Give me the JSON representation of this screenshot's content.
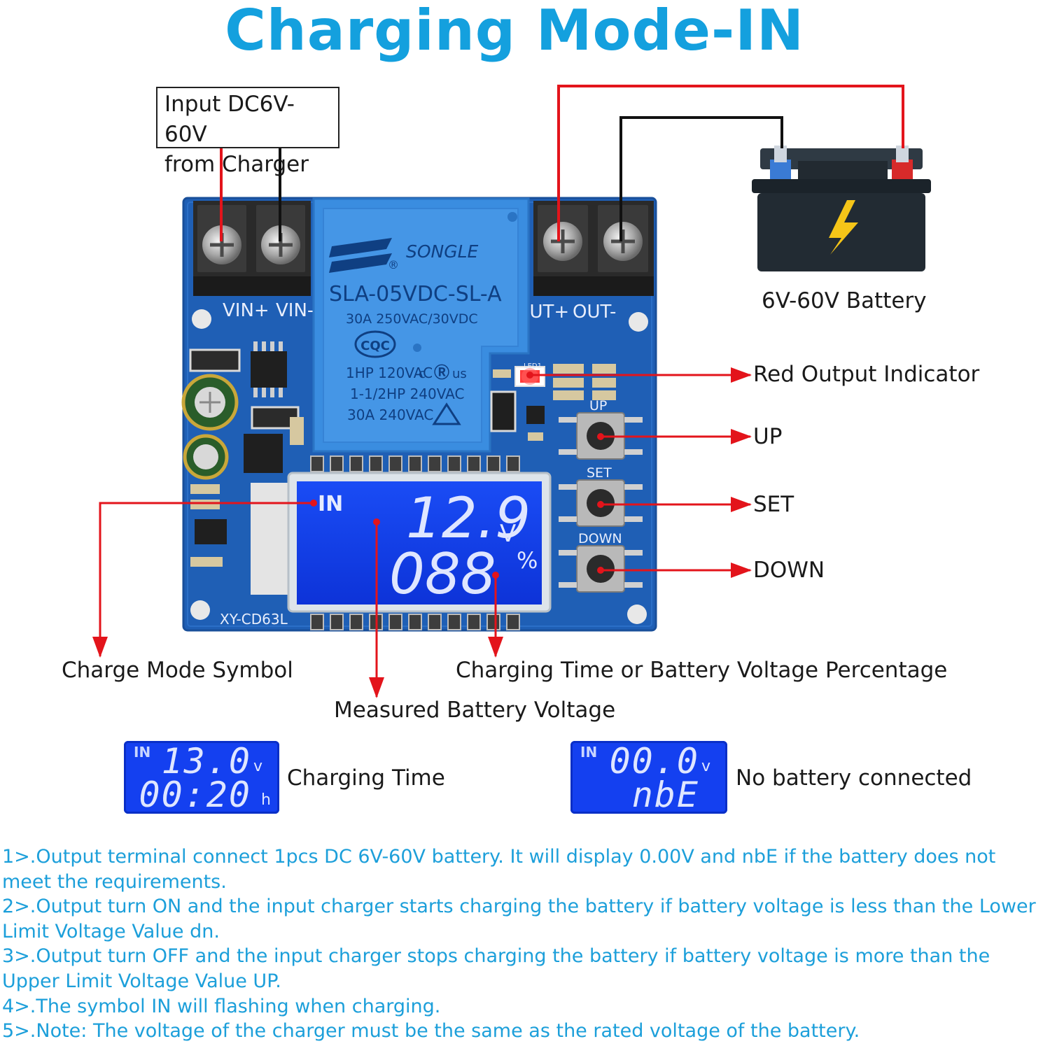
{
  "title": "Charging Mode-IN",
  "input_label": {
    "line1": "Input DC6V-60V",
    "line2": "from Charger"
  },
  "battery": {
    "label": "6V-60V Battery"
  },
  "board": {
    "terminals": {
      "vin_plus": "VIN+",
      "vin_minus": "VIN-",
      "out_plus": "OUT+",
      "out_minus": "OUT-"
    },
    "relay": {
      "brand": "SONGLE",
      "model": "SLA-05VDC-SL-A",
      "rating1": "30A  250VAC/30VDC",
      "cert": "CQC",
      "rating2": "1HP 120VAC",
      "rating3": "1-1/2HP 240VAC",
      "rating4": "30A 240VAC",
      "ul": "c",
      "us": "us"
    },
    "button_labels": {
      "up": "UP",
      "set": "SET",
      "down": "DOWN"
    },
    "led_label": "LED1",
    "model": "XY-CD63L",
    "lcd": {
      "symbol": "IN",
      "voltage": "12.9",
      "voltage_unit": "V",
      "percentage": "088",
      "percentage_unit": "%"
    }
  },
  "callouts": {
    "red_output_indicator": "Red Output Indicator",
    "up": "UP",
    "set": "SET",
    "down": "DOWN",
    "charge_mode_symbol": "Charge Mode Symbol",
    "measured_battery_voltage": "Measured Battery Voltage",
    "charging_time_or_percentage": "Charging Time or Battery Voltage Percentage"
  },
  "examples": [
    {
      "symbol": "IN",
      "line1": "13.0",
      "unit1": "v",
      "line2": "00:20",
      "unit2": "h",
      "caption": "Charging Time"
    },
    {
      "symbol": "IN",
      "line1": "00.0",
      "unit1": "v",
      "line2": "nbE",
      "unit2": "",
      "caption": "No battery connected"
    }
  ],
  "notes": [
    "1>.Output terminal connect 1pcs DC 6V-60V battery. It will display 0.00V and nbE if the battery does not meet the requirements.",
    "2>.Output turn ON and the input charger starts charging the battery if battery voltage is less than the Lower Limit Voltage Value dn.",
    "3>.Output turn OFF and the input charger stops charging the battery if battery voltage is more than the Upper Limit Voltage Value UP.",
    "4>.The symbol IN will flashing when charging.",
    "5>.Note: The voltage of the charger must be the same as the rated voltage of the battery."
  ],
  "colors": {
    "title": "#14a0de",
    "notes": "#1c9fda",
    "pcb": "#1f5fb5",
    "relay": "#3a8de0",
    "lcd": "#1440f0",
    "wire_red": "#e3141b",
    "wire_black": "#111111"
  }
}
